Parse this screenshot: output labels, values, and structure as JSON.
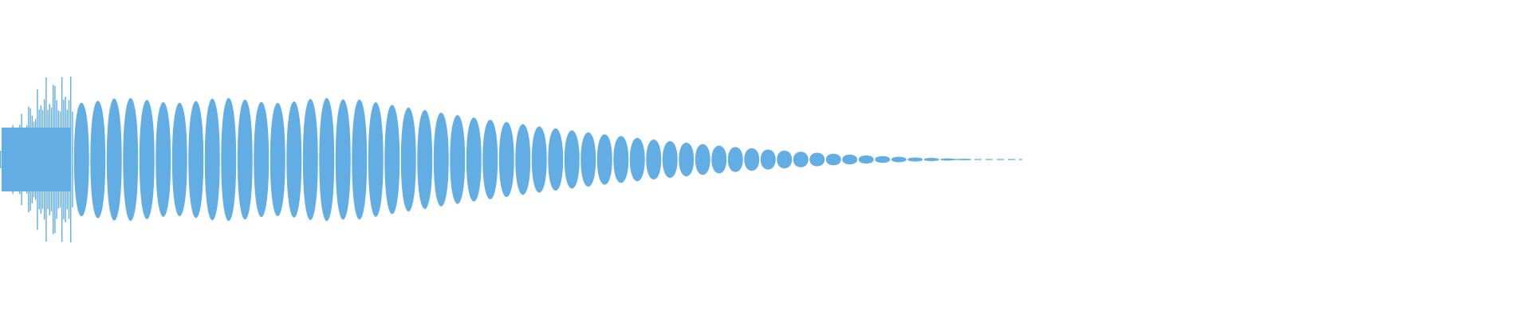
{
  "waveform": {
    "color": "#62ade4",
    "background": "#ffffff",
    "envelope": {
      "attack_peak_fraction": 0.53,
      "sustain_fraction": 0.49,
      "decay_end_fraction": 0.0
    },
    "cycles_visible": 63
  }
}
